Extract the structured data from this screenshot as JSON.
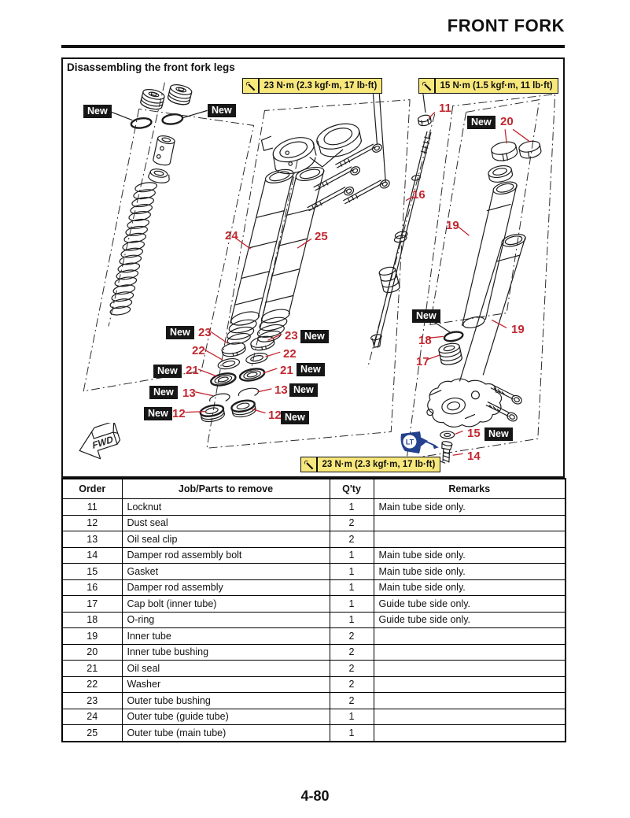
{
  "page": {
    "header_title": "FRONT FORK",
    "page_number": "4-80"
  },
  "colors": {
    "callout_red": "#c22730",
    "torque_yellow": "#f8e87c",
    "loctite_blue": "#24418e",
    "line_black": "#1d1d1d"
  },
  "figure": {
    "title": "Disassembling the front fork legs",
    "new_label": "New",
    "fwd_label": "FWD",
    "loctite_label": "LT",
    "torque_top_left": "23 N·m (2.3 kgf·m, 17 lb·ft)",
    "torque_top_right": "15 N·m (1.5 kgf·m, 11 lb·ft)",
    "torque_bottom": "23 N·m (2.3 kgf·m, 17 lb·ft)",
    "callouts": {
      "c11": "11",
      "c12": "12",
      "c13": "13",
      "c14": "14",
      "c15": "15",
      "c16": "16",
      "c17": "17",
      "c18": "18",
      "c19": "19",
      "c20": "20",
      "c21": "21",
      "c22": "22",
      "c23": "23",
      "c24": "24",
      "c25": "25"
    }
  },
  "table": {
    "headers": {
      "order": "Order",
      "job": "Job/Parts to remove",
      "qty": "Q'ty",
      "remarks": "Remarks"
    },
    "rows": [
      {
        "order": "11",
        "job": "Locknut",
        "qty": "1",
        "remarks": "Main tube side only."
      },
      {
        "order": "12",
        "job": "Dust seal",
        "qty": "2",
        "remarks": ""
      },
      {
        "order": "13",
        "job": "Oil seal clip",
        "qty": "2",
        "remarks": ""
      },
      {
        "order": "14",
        "job": "Damper rod assembly bolt",
        "qty": "1",
        "remarks": "Main tube side only."
      },
      {
        "order": "15",
        "job": "Gasket",
        "qty": "1",
        "remarks": "Main tube side only."
      },
      {
        "order": "16",
        "job": "Damper rod assembly",
        "qty": "1",
        "remarks": "Main tube side only."
      },
      {
        "order": "17",
        "job": "Cap bolt (inner tube)",
        "qty": "1",
        "remarks": "Guide tube side only."
      },
      {
        "order": "18",
        "job": "O-ring",
        "qty": "1",
        "remarks": "Guide tube side only."
      },
      {
        "order": "19",
        "job": "Inner tube",
        "qty": "2",
        "remarks": ""
      },
      {
        "order": "20",
        "job": "Inner tube bushing",
        "qty": "2",
        "remarks": ""
      },
      {
        "order": "21",
        "job": "Oil seal",
        "qty": "2",
        "remarks": ""
      },
      {
        "order": "22",
        "job": "Washer",
        "qty": "2",
        "remarks": ""
      },
      {
        "order": "23",
        "job": "Outer tube bushing",
        "qty": "2",
        "remarks": ""
      },
      {
        "order": "24",
        "job": "Outer tube (guide tube)",
        "qty": "1",
        "remarks": ""
      },
      {
        "order": "25",
        "job": "Outer tube (main tube)",
        "qty": "1",
        "remarks": ""
      }
    ]
  }
}
